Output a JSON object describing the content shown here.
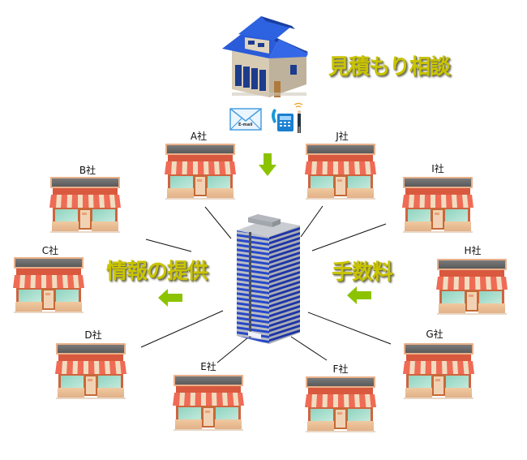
{
  "headline_request": "見積もり相談",
  "headline_info": "情報の提供",
  "headline_fee": "手数料",
  "icons": {
    "customer_house": "house-icon",
    "email": "email-icon",
    "email_text": "E-mail",
    "phone": "phone-icon",
    "center": "office-building-icon"
  },
  "colors": {
    "headline": "#c9c400",
    "arrow": "#8cc300",
    "roof": "#2a5bd8",
    "awning_red": "#ef6b55",
    "awning_cream": "#f1dcc0"
  },
  "stores": [
    {
      "id": "A",
      "label": "A社"
    },
    {
      "id": "B",
      "label": "B社"
    },
    {
      "id": "C",
      "label": "C社"
    },
    {
      "id": "D",
      "label": "D社"
    },
    {
      "id": "E",
      "label": "E社"
    },
    {
      "id": "F",
      "label": "F社"
    },
    {
      "id": "G",
      "label": "G社"
    },
    {
      "id": "H",
      "label": "H社"
    },
    {
      "id": "I",
      "label": "I社"
    },
    {
      "id": "J",
      "label": "J社"
    }
  ]
}
